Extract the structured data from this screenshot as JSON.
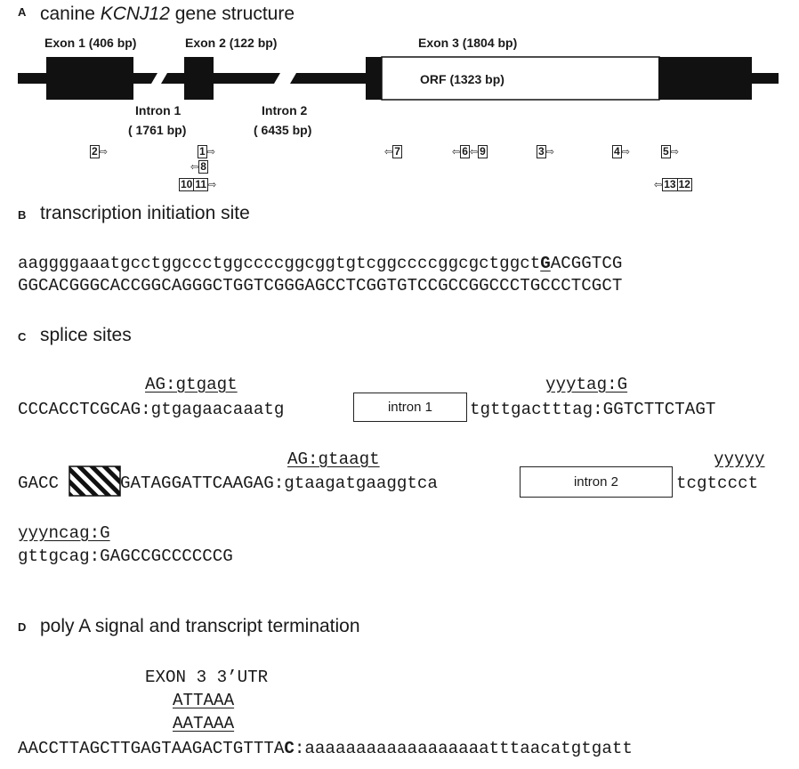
{
  "panels": {
    "A": {
      "label": "A",
      "title_pre": "canine ",
      "title_gene": "KCNJ12",
      "title_post": " gene structure",
      "exon1": "Exon 1 (406 bp)",
      "exon2": "Exon 2 (122 bp)",
      "exon3": "Exon 3 (1804 bp)",
      "orf": "ORF (1323 bp)",
      "intron1_name": "Intron 1",
      "intron1_len": "( 1761 bp)",
      "intron2_name": "Intron 2",
      "intron2_len": "( 6435 bp)",
      "primers": [
        "2",
        "1",
        "8",
        "10",
        "11",
        "7",
        "6",
        "9",
        "3",
        "4",
        "5",
        "13",
        "12"
      ]
    },
    "B": {
      "label": "B",
      "title": "transcription initiation site",
      "line1_pre": "aaggggaaatgcctggccctggccccggcggtgtcggccccggcgctggct",
      "line1_start": "G",
      "line1_post": "ACGGTCG",
      "line2": "GGCACGGGCACCGGCAGGGCTGGTCGGGAGCCTCGGTGTCCGCCGGCCCTGCCCTCGCT"
    },
    "C": {
      "label": "C",
      "title": "splice sites",
      "cons1": "AG:gtgagt",
      "cons2": "yyytag:G",
      "row1_left": "CCCACCTCGCAG:gtgagaacaaatg",
      "intron1_box": "intron 1",
      "row1_right": "tgttgactttag:GGTCTTCTAGT",
      "cons3": "AG:gtaagt",
      "cons4": "yyyyy",
      "row2_a": "GACC",
      "row2_b": "GATAGGATTCAAGAG:gtaagatgaaggtca",
      "intron2_box": "intron 2",
      "row2_c": "tcgtccct",
      "cons5": "yyyncag:G",
      "row3": "gttgcag:GAGCCGCCCCCCG"
    },
    "D": {
      "label": "D",
      "title": "poly A signal and transcript termination",
      "utr": "EXON 3 3’UTR",
      "sig1": "ATTAAA",
      "sig2": "AATAAA",
      "seq_pre": "AACCTTAGCTTGAGTAAGACTGTTTA",
      "seq_bold": "C",
      "seq_post": ":aaaaaaaaaaaaaaaaaatttaacatgtgatt"
    }
  },
  "colors": {
    "ink": "#1a1a1a",
    "exon_fill": "#111111",
    "box_fill": "#ffffff"
  }
}
